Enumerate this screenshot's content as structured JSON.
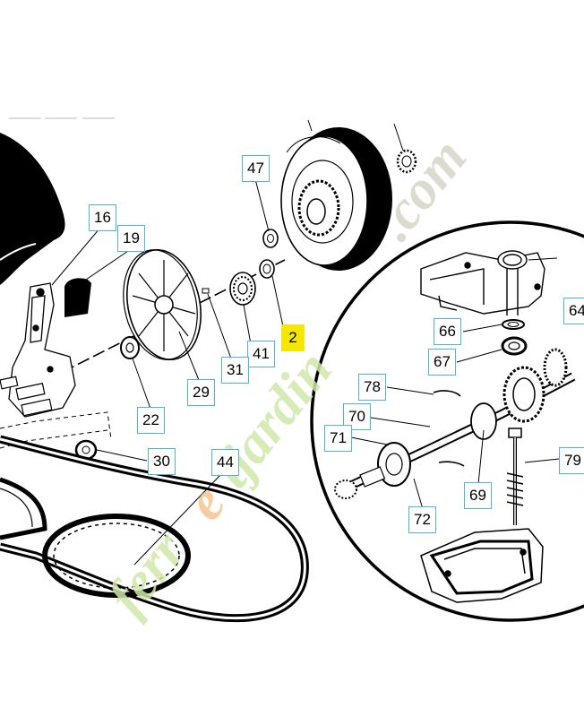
{
  "watermark": {
    "brand_part1": "ferr",
    "brand_part2": "e",
    "brand_part3": "tjardin",
    "brand_part4": ".com",
    "color_green": "#cfe8a8",
    "color_orange": "#f6c48e",
    "color_grey": "#d5d5c8"
  },
  "callouts": {
    "c47": "47",
    "c16": "16",
    "c19": "19",
    "c2": "2",
    "c41": "41",
    "c31": "31",
    "c29": "29",
    "c22": "22",
    "c30": "30",
    "c44": "44",
    "c66": "66",
    "c67": "67",
    "c64": "64",
    "c78": "78",
    "c70": "70",
    "c71": "71",
    "c69": "69",
    "c72": "72",
    "c79": "79"
  },
  "colors": {
    "callout_border": "#4fb4d8",
    "highlight": "#f7e600",
    "line": "#000000"
  }
}
